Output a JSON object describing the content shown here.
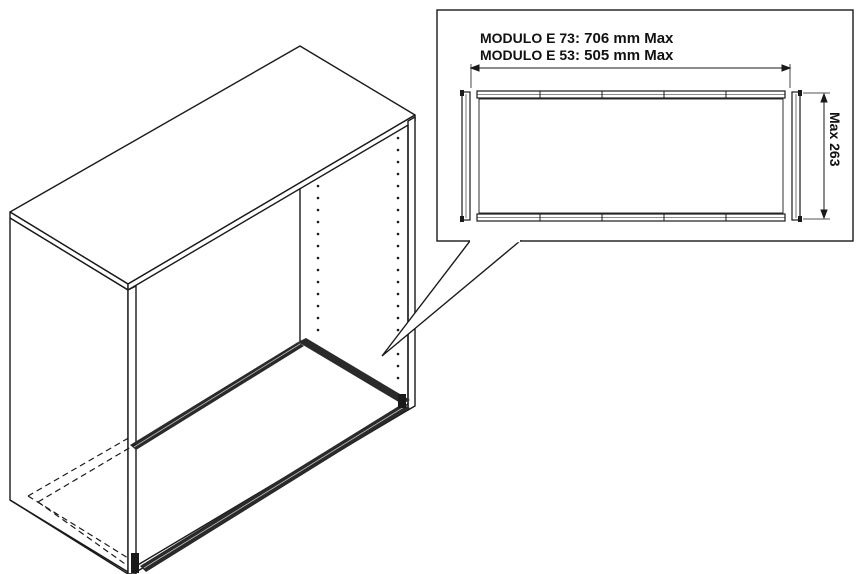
{
  "callout": {
    "lines": [
      {
        "model": "MODULO E 73",
        "value": ": 706 mm Max"
      },
      {
        "model": "MODULO E 53",
        "value": ": 505 mm Max"
      }
    ],
    "height_label": "Max 263"
  },
  "colors": {
    "line": "#1a1a1a",
    "rail": "#2a2a2a",
    "background": "#ffffff"
  }
}
